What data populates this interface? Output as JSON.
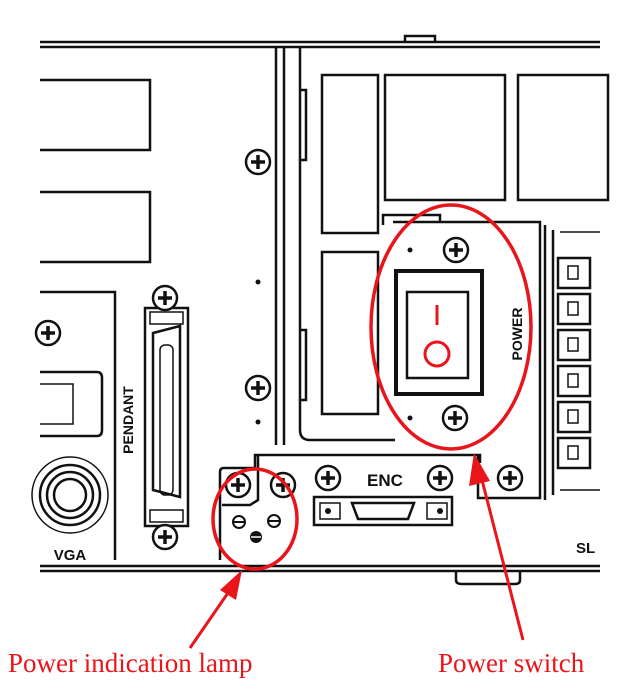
{
  "panel_labels": {
    "vga": "VGA",
    "pendant": "PENDANT",
    "enc": "ENC",
    "power": "POWER",
    "sl": "SL",
    "switch_on": "I"
  },
  "callouts": {
    "power_lamp": "Power indication lamp",
    "power_switch": "Power switch"
  },
  "colors": {
    "callout": "#e8151b",
    "line": "#111111"
  }
}
